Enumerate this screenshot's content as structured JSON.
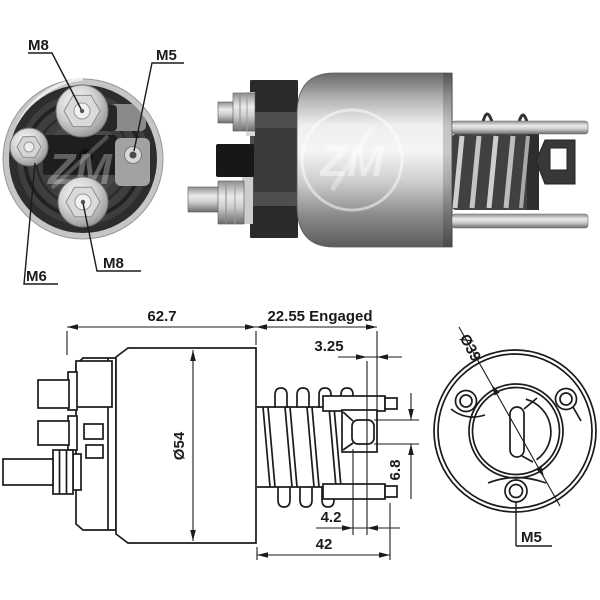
{
  "brand_watermark": "ZM",
  "end_view_labels": {
    "m8_top": "M8",
    "m5": "M5",
    "m6": "M6",
    "m8_bottom": "M8"
  },
  "dimensions": {
    "body_length": "62.7",
    "body_diameter": "Ø54",
    "engaged_travel": "22.55 Engaged",
    "pin_slot_width": "3.25",
    "pin_hole_height": "6.8",
    "pin_hole_width": "4.2",
    "plunger_length": "42",
    "pilot_diameter": "Ø39",
    "mounting_thread": "M5"
  }
}
